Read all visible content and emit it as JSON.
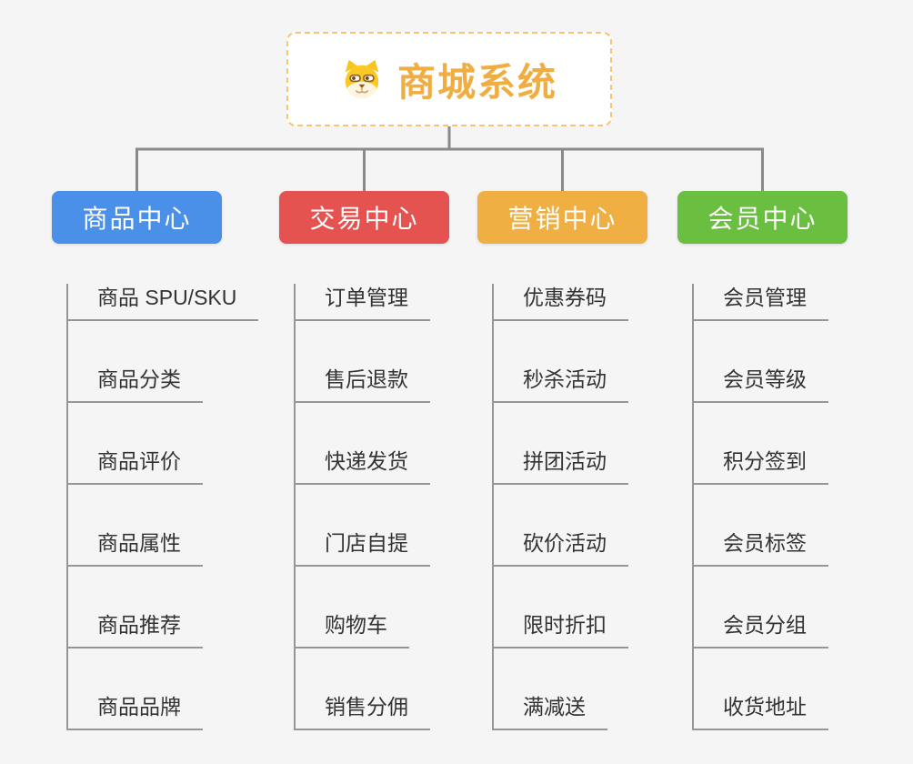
{
  "root": {
    "title": "商城系统",
    "icon": "dog-face-icon",
    "accent_color": "#f0ad42",
    "border_color": "#f6c573"
  },
  "branches": [
    {
      "label": "商品中心",
      "color": "#4a90e8",
      "children": [
        "商品 SPU/SKU",
        "商品分类",
        "商品评价",
        "商品属性",
        "商品推荐",
        "商品品牌"
      ]
    },
    {
      "label": "交易中心",
      "color": "#e4534f",
      "children": [
        "订单管理",
        "售后退款",
        "快递发货",
        "门店自提",
        "购物车",
        "销售分佣"
      ]
    },
    {
      "label": "营销中心",
      "color": "#efaf42",
      "children": [
        "优惠券码",
        "秒杀活动",
        "拼团活动",
        "砍价活动",
        "限时折扣",
        "满减送"
      ]
    },
    {
      "label": "会员中心",
      "color": "#6abf40",
      "children": [
        "会员管理",
        "会员等级",
        "积分签到",
        "会员标签",
        "会员分组",
        "收货地址"
      ]
    }
  ],
  "connector_color_main": "#8a8a8a",
  "connector_color_sub": "#969696",
  "background_color": "#f5f5f6"
}
